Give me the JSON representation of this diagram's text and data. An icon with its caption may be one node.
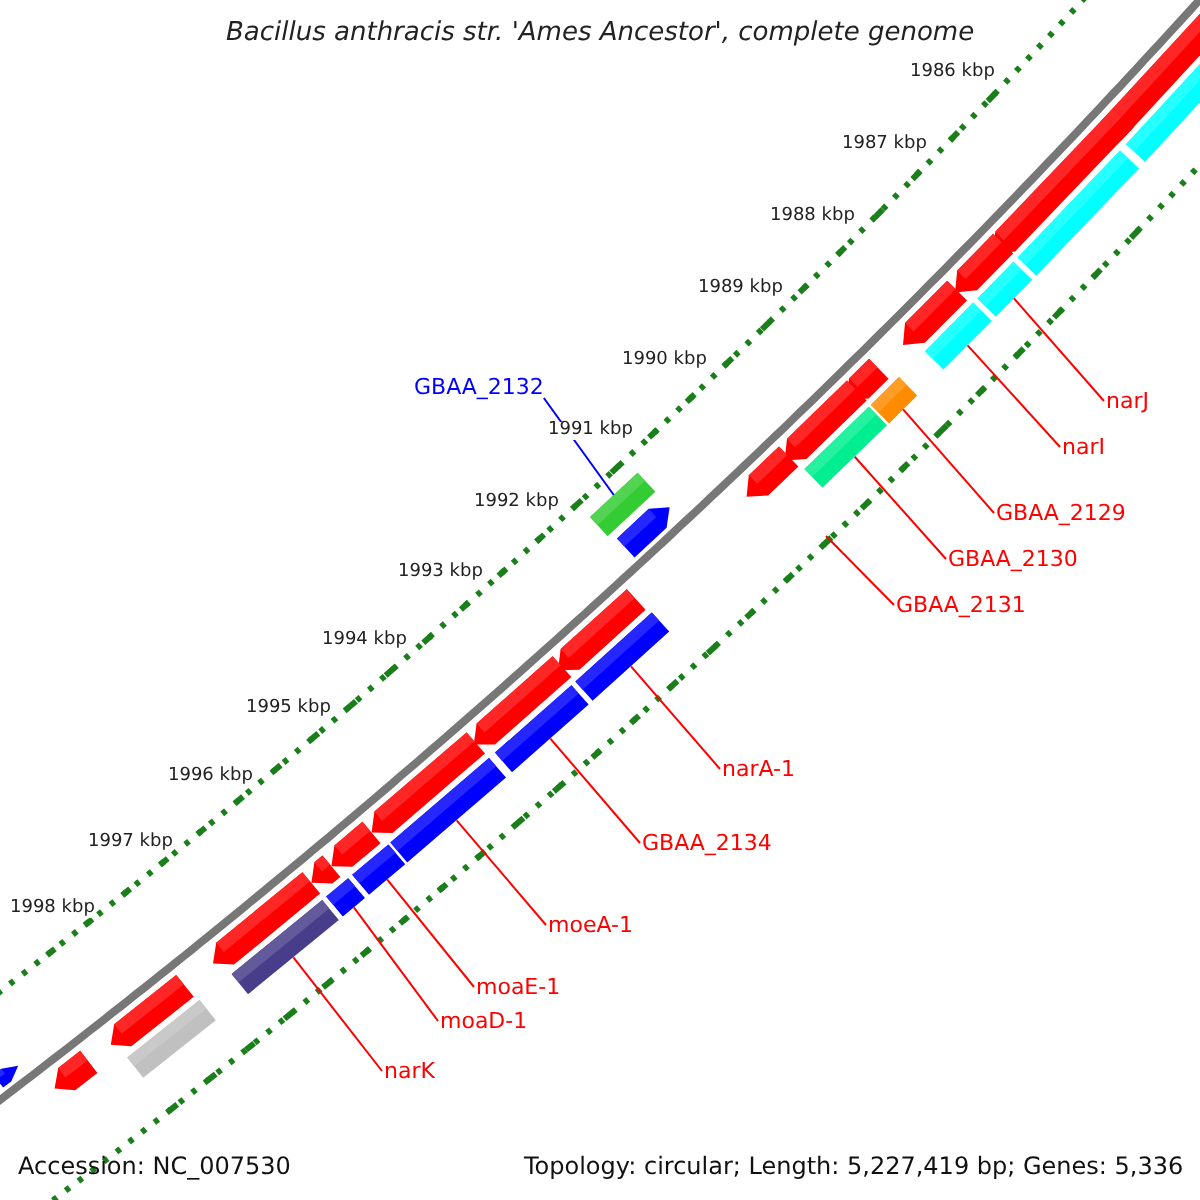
{
  "diagram": {
    "title": "Bacillus anthracis str. 'Ames Ancestor', complete genome",
    "nodes": [
      {
        "text": [
          "GBAA_2132"
        ]
      },
      {
        "text": [
          "narJ"
        ]
      },
      {
        "text": [
          "narI"
        ]
      },
      {
        "text": [
          "GBAA_2129"
        ]
      },
      {
        "text": [
          "GBAA_2130"
        ]
      },
      {
        "text": [
          "GBAA_2131"
        ]
      },
      {
        "text": [
          "narA-1"
        ]
      },
      {
        "text": [
          "GBAA_2134"
        ]
      },
      {
        "text": [
          "moeA-1"
        ]
      },
      {
        "text": [
          "moaE-1"
        ]
      },
      {
        "text": [
          "moaD-1"
        ]
      },
      {
        "text": [
          "narK"
        ]
      },
      {
        "text": [],
        "shape": "bar"
      },
      {
        "text": [],
        "shape": "bar"
      },
      {
        "text": [],
        "shape": "bar"
      },
      {
        "text": [],
        "shape": "bar"
      },
      {
        "text": [],
        "shape": "bar"
      },
      {
        "text": [],
        "shape": "bar"
      },
      {
        "text": [],
        "shape": "bar"
      },
      {
        "text": [],
        "shape": "bar"
      },
      {
        "text": [],
        "shape": "bar"
      },
      {
        "text": [],
        "shape": "bar"
      },
      {
        "text": [],
        "shape": "bar"
      }
    ],
    "edges": [
      {
        "from": 0,
        "to": 16,
        "arrow": "none",
        "color": "#0000ff"
      },
      {
        "from": 1,
        "to": 12,
        "arrow": "none"
      },
      {
        "from": 2,
        "to": 13,
        "arrow": "none"
      },
      {
        "from": 3,
        "to": 14,
        "arrow": "none"
      },
      {
        "from": 4,
        "to": 15,
        "arrow": "none"
      },
      {
        "from": 5,
        "to": null,
        "arrow": "none"
      },
      {
        "from": 6,
        "to": 17,
        "arrow": "none"
      },
      {
        "from": 7,
        "to": 18,
        "arrow": "none"
      },
      {
        "from": 8,
        "to": 19,
        "arrow": "none"
      },
      {
        "from": 9,
        "to": 20,
        "arrow": "none"
      },
      {
        "from": 10,
        "to": 21,
        "arrow": "none"
      },
      {
        "from": 11,
        "to": 22,
        "arrow": "none"
      }
    ],
    "labels": [
      "1986 kbp",
      "1987 kbp",
      "1988 kbp",
      "1989 kbp",
      "1990 kbp",
      "1991 kbp",
      "1992 kbp",
      "1993 kbp",
      "1994 kbp",
      "1995 kbp",
      "1996 kbp",
      "1997 kbp",
      "1998 kbp",
      "Accession: NC_007530",
      "Topology: circular; Length: 5,227,419 bp; Genes: 5,336"
    ]
  }
}
